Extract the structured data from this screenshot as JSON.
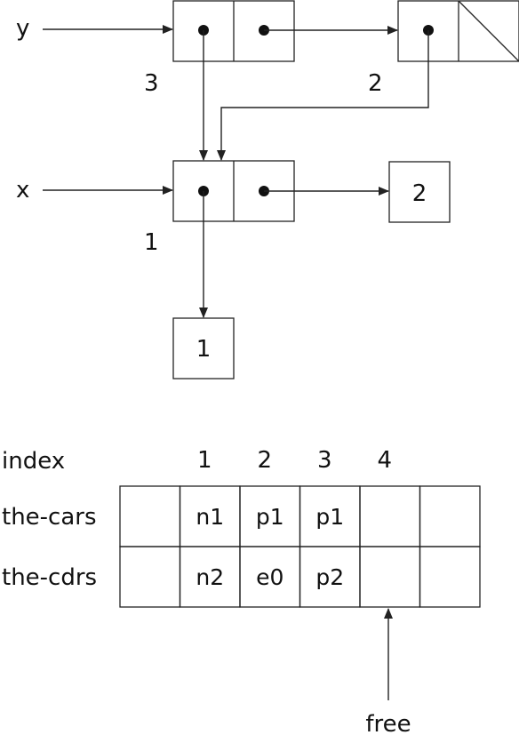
{
  "colors": {
    "stroke": "#222222",
    "text": "#111111",
    "background": "#ffffff"
  },
  "diagram": {
    "var_y": "y",
    "var_x": "x",
    "pair_y_number": "3",
    "pair_top_right_number": "2",
    "pair_x_number": "1",
    "atom_right_value": "2",
    "atom_bottom_value": "1"
  },
  "memory": {
    "index_label": "index",
    "indices": [
      "1",
      "2",
      "3",
      "4"
    ],
    "rows": [
      {
        "label": "the-cars",
        "cells": [
          "",
          "n1",
          "p1",
          "p1",
          "",
          ""
        ]
      },
      {
        "label": "the-cdrs",
        "cells": [
          "",
          "n2",
          "e0",
          "p2",
          "",
          ""
        ]
      }
    ],
    "free_label": "free"
  }
}
